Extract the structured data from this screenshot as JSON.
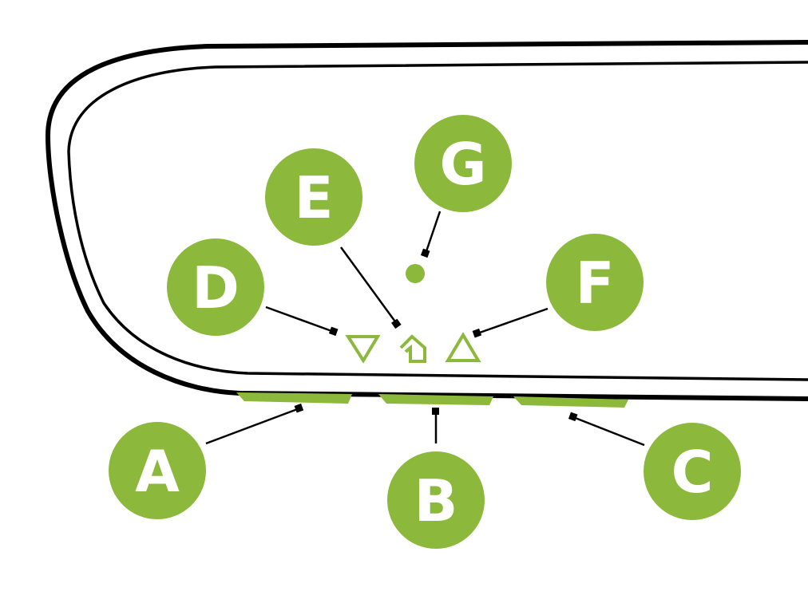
{
  "colors": {
    "accent": "#8cb93c",
    "outline": "#000000",
    "background": "#ffffff",
    "label_text": "#ffffff"
  },
  "device": {
    "name": "device-front-edge",
    "indicators": [
      {
        "id": "D",
        "icon": "triangle-down-outline-icon"
      },
      {
        "id": "E",
        "icon": "home-up-arrow-outline-icon"
      },
      {
        "id": "F",
        "icon": "triangle-up-outline-icon"
      },
      {
        "id": "G",
        "icon": "status-dot-icon"
      }
    ],
    "buttons": [
      {
        "id": "A",
        "icon": "button-bar-left"
      },
      {
        "id": "B",
        "icon": "button-bar-center"
      },
      {
        "id": "C",
        "icon": "button-bar-right"
      }
    ]
  },
  "callouts": [
    {
      "letter": "A",
      "target": "left-button"
    },
    {
      "letter": "B",
      "target": "center-button"
    },
    {
      "letter": "C",
      "target": "right-button"
    },
    {
      "letter": "D",
      "target": "down-indicator"
    },
    {
      "letter": "E",
      "target": "home-indicator"
    },
    {
      "letter": "F",
      "target": "up-indicator"
    },
    {
      "letter": "G",
      "target": "status-light"
    }
  ]
}
